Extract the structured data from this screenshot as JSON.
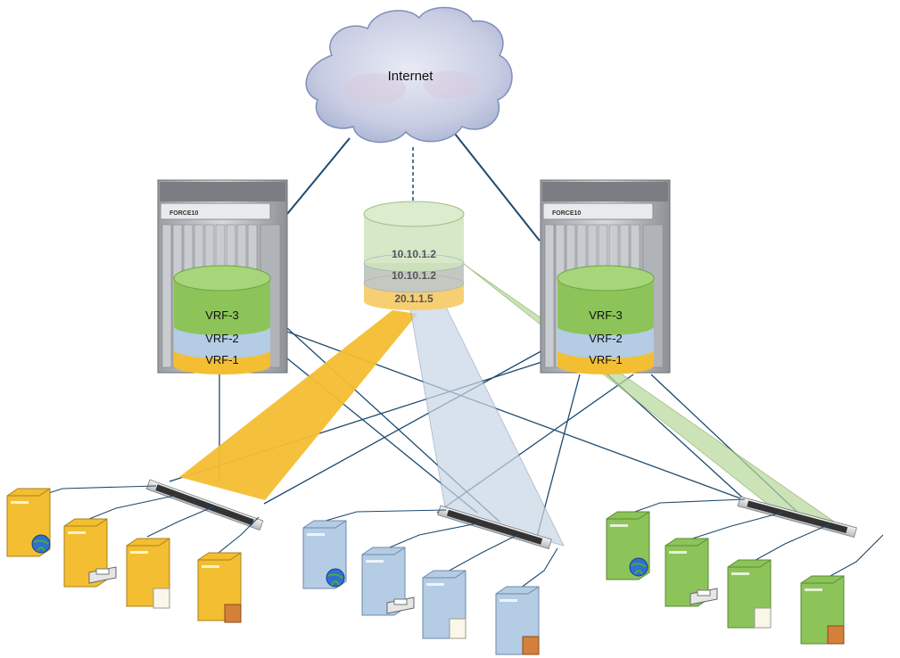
{
  "cloud": {
    "label": "Internet"
  },
  "routers": {
    "left": {
      "brand": "FORCE10",
      "vrfs": [
        "VRF-3",
        "VRF-2",
        "VRF-1"
      ]
    },
    "right": {
      "brand": "FORCE10",
      "vrfs": [
        "VRF-3",
        "VRF-2",
        "VRF-1"
      ]
    }
  },
  "shared_service": {
    "addresses": [
      "10.10.1.2",
      "10.10.1.2",
      "20.1.1.5"
    ]
  },
  "colors": {
    "vrf1": "#f4be32",
    "vrf2": "#b4cce4",
    "vrf3": "#8cc45a",
    "link": "#1c4a6e",
    "cloud": "#c9d2e6"
  },
  "server_groups": [
    {
      "color": "vrf1",
      "servers": [
        "globe-server-icon",
        "printer-server-icon",
        "document-server-icon",
        "media-server-icon"
      ]
    },
    {
      "color": "vrf2",
      "servers": [
        "globe-server-icon",
        "printer-server-icon",
        "document-server-icon",
        "media-server-icon"
      ]
    },
    {
      "color": "vrf3",
      "servers": [
        "globe-server-icon",
        "printer-server-icon",
        "document-server-icon",
        "media-server-icon"
      ]
    }
  ]
}
